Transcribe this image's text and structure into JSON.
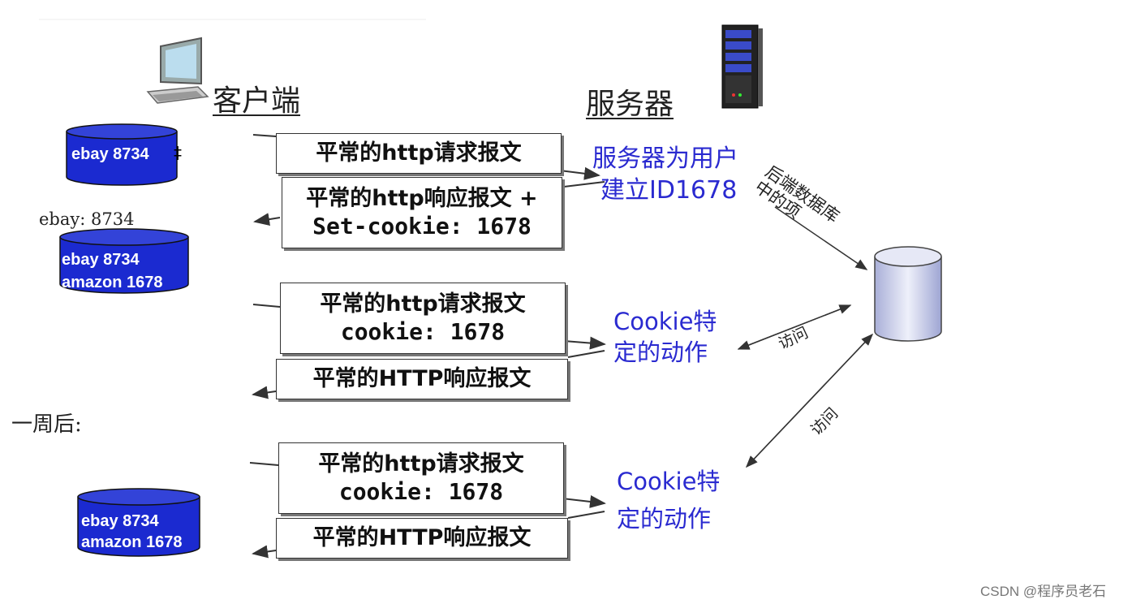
{
  "client": {
    "title": "客户端",
    "icon": "desktop-computer-icon"
  },
  "server": {
    "title": "服务器",
    "icon": "server-rack-icon"
  },
  "client_cookie_files": [
    {
      "lines": [
        "ebay 8734"
      ]
    },
    {
      "caption": "ebay: 8734",
      "lines": [
        "ebay 8734",
        "amazon 1678"
      ]
    },
    {
      "lines": [
        "ebay 8734",
        "amazon 1678"
      ]
    }
  ],
  "messages": [
    {
      "line1": "平常的http请求报文",
      "line2": ""
    },
    {
      "line1": "平常的http响应报文 +",
      "line2": "Set-cookie: 1678"
    },
    {
      "line1": "平常的http请求报文",
      "line2": "cookie: 1678"
    },
    {
      "line1": "平常的HTTP响应报文",
      "line2": ""
    },
    {
      "line1": "平常的http请求报文",
      "line2": "cookie: 1678"
    },
    {
      "line1": "平常的HTTP响应报文",
      "line2": ""
    }
  ],
  "server_notes": {
    "create_id": [
      "服务器为用户",
      "建立ID1678"
    ],
    "cookie_action_1": [
      "Cookie特",
      "定的动作"
    ],
    "cookie_action_2": [
      "Cookie特",
      "定的动作"
    ]
  },
  "backend_db": {
    "label": [
      "后端数据库",
      "中的项"
    ],
    "access_label": "访问"
  },
  "week_later": "一周后:",
  "watermark": "CSDN @程序员老石",
  "colors": {
    "cylinder": "#1b2ad0",
    "accent_text": "#2a2ad0",
    "db": "#c9cde8"
  }
}
